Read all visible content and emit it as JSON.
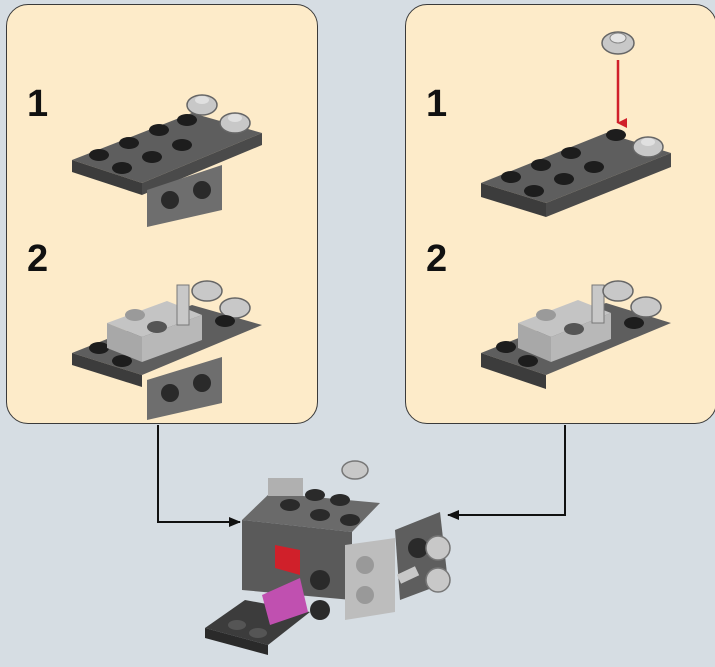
{
  "panels": [
    {
      "steps": [
        {
          "number": "1"
        },
        {
          "number": "2"
        }
      ]
    },
    {
      "steps": [
        {
          "number": "1"
        },
        {
          "number": "2"
        }
      ]
    }
  ],
  "colors": {
    "background": "#d6dde3",
    "panel_fill": "#fdebc9",
    "dark_bluish_gray": "#5e5e5e",
    "light_bluish_gray": "#b4b4b4",
    "black": "#1d1d1d",
    "insert_arrow": "#d0202a",
    "magenta": "#c050b0",
    "trans_red": "#d0202a"
  }
}
